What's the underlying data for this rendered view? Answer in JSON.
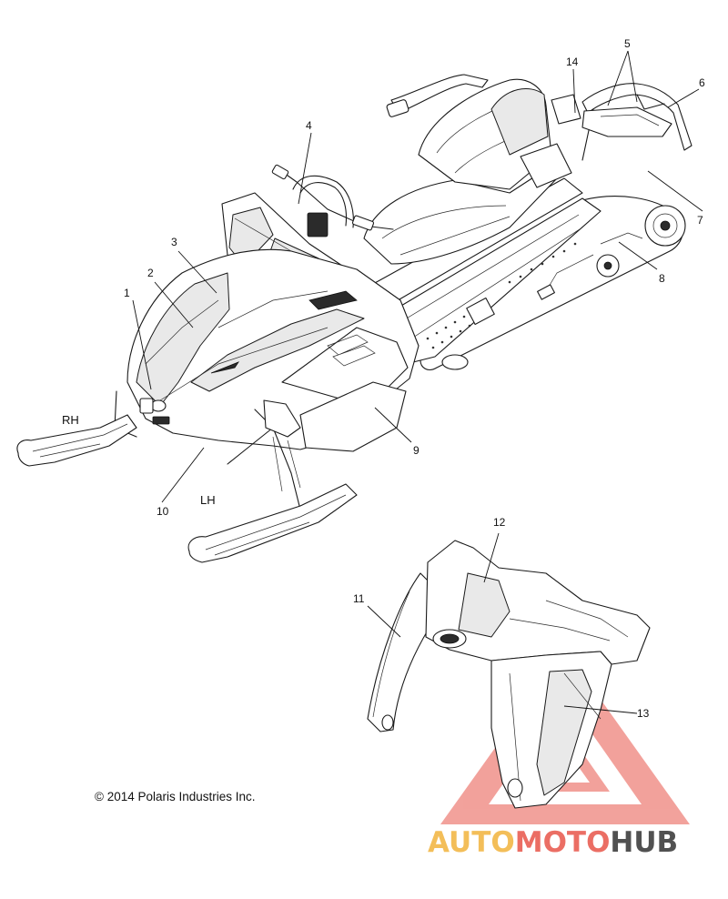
{
  "diagram": {
    "callouts": [
      {
        "id": "1",
        "label": "1"
      },
      {
        "id": "2",
        "label": "2"
      },
      {
        "id": "3",
        "label": "3"
      },
      {
        "id": "4",
        "label": "4"
      },
      {
        "id": "5",
        "label": "5"
      },
      {
        "id": "6",
        "label": "6"
      },
      {
        "id": "7",
        "label": "7"
      },
      {
        "id": "8",
        "label": "8"
      },
      {
        "id": "9",
        "label": "9"
      },
      {
        "id": "10",
        "label": "10"
      },
      {
        "id": "11",
        "label": "11"
      },
      {
        "id": "12",
        "label": "12"
      },
      {
        "id": "13",
        "label": "13"
      },
      {
        "id": "14",
        "label": "14"
      }
    ],
    "side_labels": {
      "right": "RH",
      "left": "LH"
    },
    "copyright": "© 2014 Polaris Industries Inc."
  },
  "watermark": {
    "text_part1": "AUTO",
    "text_part2": "MOTO",
    "text_part3": "HUB",
    "colors": {
      "yellow": "#f2b33d",
      "red": "#e8554a",
      "dark": "#333333"
    }
  }
}
